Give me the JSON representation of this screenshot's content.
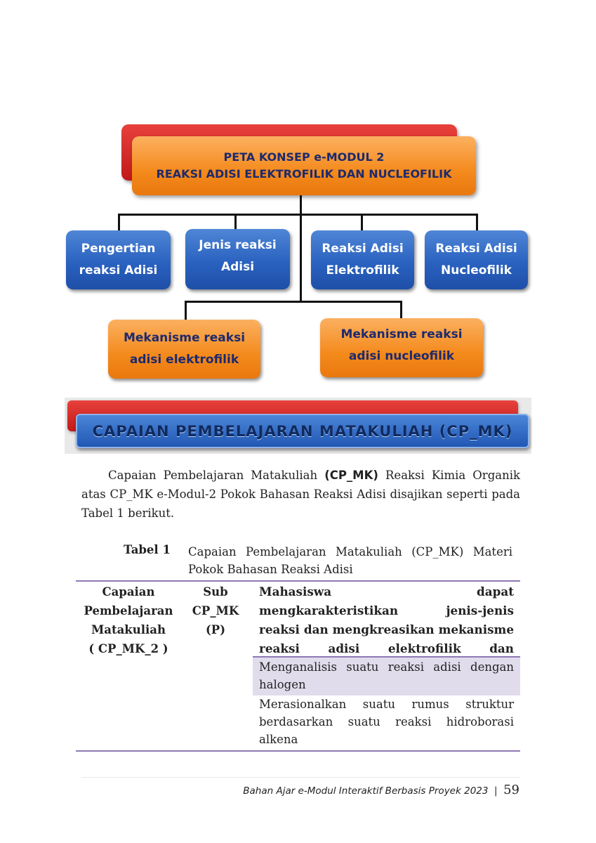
{
  "concept_map": {
    "title_line1": "PETA KONSEP e-MODUL 2",
    "title_line2": "REAKSI ADISI ELEKTROFILIK DAN NUCLEOFILIK",
    "nodes": [
      {
        "line1": "Pengertian",
        "line2": "reaksi Adisi"
      },
      {
        "line1": "Jenis reaksi",
        "line2": "Adisi"
      },
      {
        "line1": "Reaksi Adisi",
        "line2": "Elektrofilik"
      },
      {
        "line1": "Reaksi Adisi",
        "line2": "Nucleofilik"
      }
    ],
    "sub_nodes": [
      {
        "line1": "Mekanisme reaksi",
        "line2": "adisi elektrofilik"
      },
      {
        "line1": "Mekanisme reaksi",
        "line2": "adisi nucleofilik"
      }
    ]
  },
  "banner": "CAPAIAN PEMBELAJARAN MATAKULIAH (CP_MK)",
  "paragraph": {
    "part1": "Capaian Pembelajaran Matakuliah ",
    "bold": "(CP_MK)",
    "part2": " Reaksi Kimia Organik atas CP_MK e-Modul-2 Pokok Bahasan Reaksi Adisi disajikan seperti pada Tabel 1 berikut."
  },
  "table": {
    "caption_label": "Tabel 1",
    "caption_text": "Capaian Pembelajaran Matakuliah (CP_MK) Materi Pokok Bahasan Reaksi Adisi",
    "col1": {
      "l1": "Capaian",
      "l2": "Pembelajaran",
      "l3": "Matakuliah",
      "l4": "( CP_MK_2 )"
    },
    "col2": {
      "l1": "Sub",
      "l2": "CP_MK",
      "l3": "(P)"
    },
    "main_goal": "Mahasiswa dapat mengkarakteristikan jenis-jenis reaksi dan mengkreasikan mekanisme reaksi adisi elektrofilik dan nukleofilik",
    "sub_items": [
      "Menganalisis suatu reaksi adisi dengan halogen",
      "Merasionalkan suatu rumus struktur berdasarkan suatu reaksi hidroborasi alkena"
    ]
  },
  "footer": {
    "text": "Bahan Ajar e-Modul Interaktif Berbasis Proyek 2023",
    "separator": "|",
    "page": "59"
  }
}
